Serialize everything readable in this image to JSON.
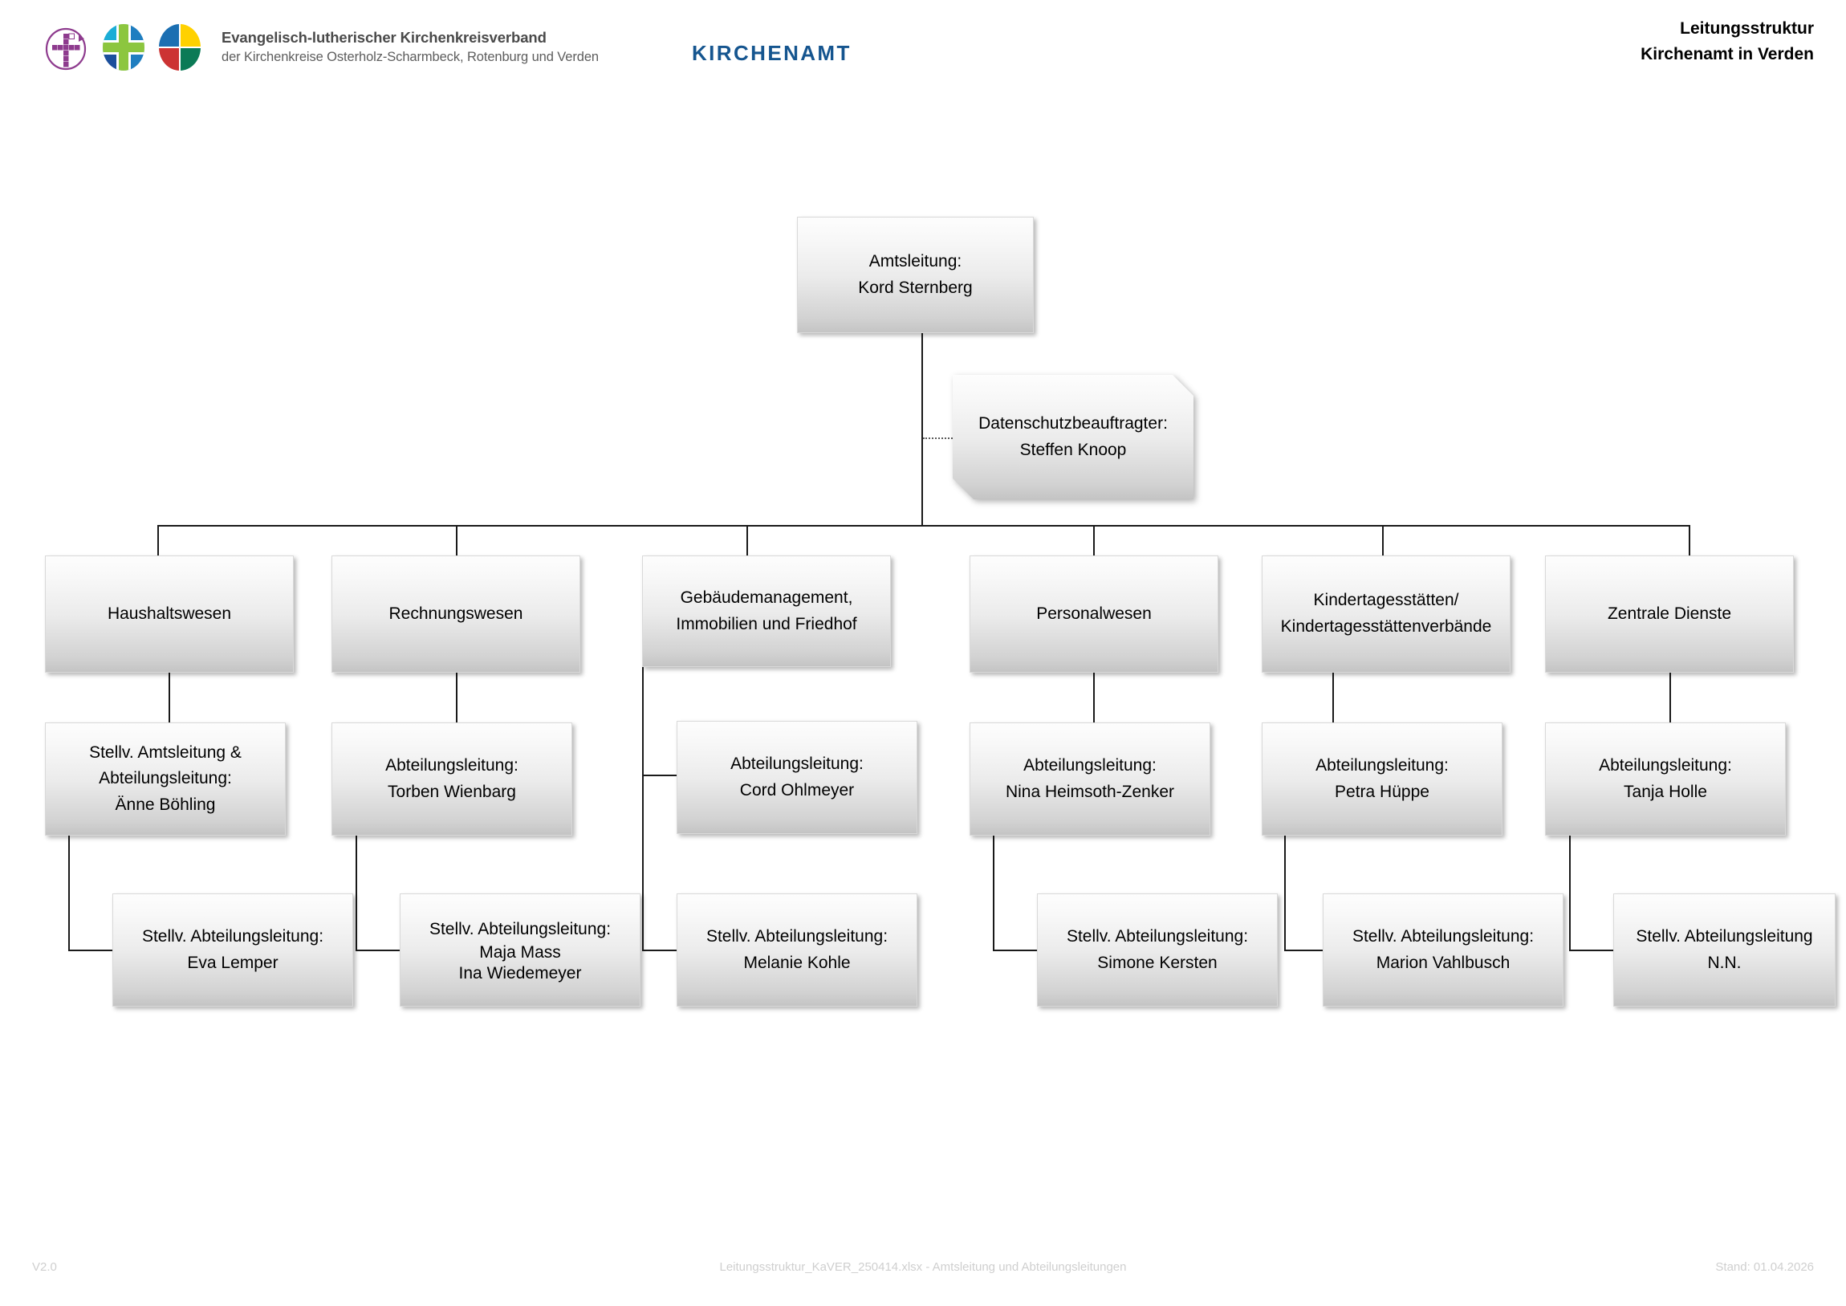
{
  "header": {
    "logo": {
      "cross_icon": "purple-pixel-cross-icon",
      "green_cross_circle_icon": "green-cross-circle-icon",
      "quadrant_circle_icon": "four-quadrant-circle-icon",
      "org_line1": "Evangelisch-lutherischer Kirchenkreisverband",
      "org_line2": "der Kirchenkreise Osterholz-Scharmbeck, Rotenburg und Verden"
    },
    "wordmark": "KIRCHENAMT",
    "wordmark_color": "#15558f",
    "title_line1": "Leitungsstruktur",
    "title_line2": "Kirchenamt in Verden"
  },
  "chart_data": {
    "type": "org-chart",
    "root": {
      "role": "Amtsleitung:",
      "name": "Kord Sternberg"
    },
    "staff": {
      "role": "Datenschutzbeauftragter:",
      "name": "Steffen Knoop",
      "link_style": "dotted"
    },
    "departments": [
      {
        "title_line1": "Haushaltswesen",
        "title_line2": "",
        "lead": {
          "line1": "Stellv. Amtsleitung &",
          "line2": "Abteilungsleitung:",
          "name": "Änne Böhling"
        },
        "deputy": {
          "role": "Stellv. Abteilungsleitung:",
          "name": "Eva Lemper",
          "name2": ""
        }
      },
      {
        "title_line1": "Rechnungswesen",
        "title_line2": "",
        "lead": {
          "line1": "Abteilungsleitung:",
          "line2": "",
          "name": "Torben Wienbarg"
        },
        "deputy": {
          "role": "Stellv. Abteilungsleitung:",
          "name": "Maja Mass",
          "name2": "Ina Wiedemeyer"
        }
      },
      {
        "title_line1": "Gebäudemanagement,",
        "title_line2": "Immobilien und Friedhof",
        "lead": {
          "line1": "Abteilungsleitung:",
          "line2": "",
          "name": "Cord Ohlmeyer"
        },
        "deputy": {
          "role": "Stellv. Abteilungsleitung:",
          "name": "Melanie Kohle",
          "name2": ""
        }
      },
      {
        "title_line1": "Personalwesen",
        "title_line2": "",
        "lead": {
          "line1": "Abteilungsleitung:",
          "line2": "",
          "name": "Nina Heimsoth-Zenker"
        },
        "deputy": {
          "role": "Stellv. Abteilungsleitung:",
          "name": "Simone Kersten",
          "name2": ""
        }
      },
      {
        "title_line1": "Kindertagesstätten/",
        "title_line2": "Kindertagesstättenverbände",
        "lead": {
          "line1": "Abteilungsleitung:",
          "line2": "",
          "name": "Petra Hüppe"
        },
        "deputy": {
          "role": "Stellv. Abteilungsleitung:",
          "name": "Marion Vahlbusch",
          "name2": ""
        }
      },
      {
        "title_line1": "Zentrale Dienste",
        "title_line2": "",
        "lead": {
          "line1": "Abteilungsleitung:",
          "line2": "",
          "name": "Tanja Holle"
        },
        "deputy": {
          "role": "Stellv. Abteilungsleitung",
          "name": "N.N.",
          "name2": ""
        }
      }
    ]
  },
  "footer": {
    "version": "V2.0",
    "filename": "Leitungsstruktur_KaVER_250414.xlsx - Amtsleitung und Abteilungsleitungen",
    "stand": "Stand: 01.04.2026"
  }
}
